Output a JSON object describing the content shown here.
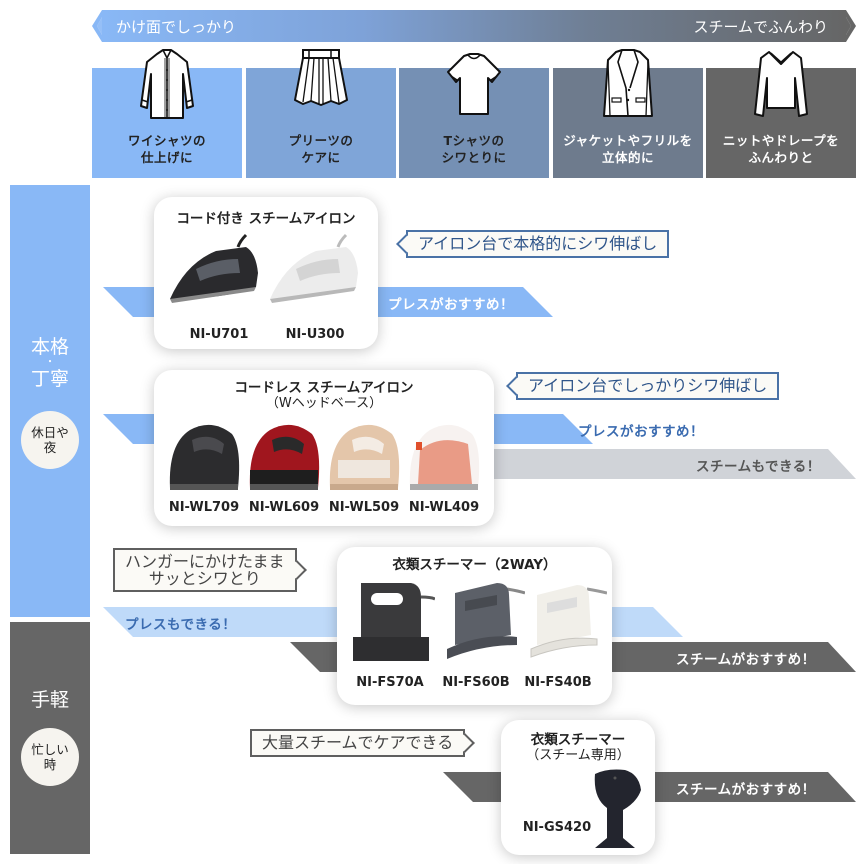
{
  "scale": {
    "left_label": "かけ面でしっかり",
    "right_label": "スチームでふんわり",
    "gradient_start": "#89b8f6",
    "gradient_end": "#666666"
  },
  "categories": [
    {
      "icon": "dress-shirt-icon",
      "line1": "ワイシャツの",
      "line2": "仕上げに",
      "bg": "#89b8f6",
      "fg": "#222222"
    },
    {
      "icon": "pleated-skirt-icon",
      "line1": "プリーツの",
      "line2": "ケアに",
      "bg": "#7fa5d8",
      "fg": "#222222"
    },
    {
      "icon": "t-shirt-icon",
      "line1": "Tシャツの",
      "line2": "シワとりに",
      "bg": "#7590b4",
      "fg": "#222222"
    },
    {
      "icon": "jacket-icon",
      "line1": "ジャケットやフリルを",
      "line2": "立体的に",
      "bg": "#6e7b8d",
      "fg": "#ffffff"
    },
    {
      "icon": "knit-sweater-icon",
      "line1": "ニットやドレープを",
      "line2": "ふんわりと",
      "bg": "#666666",
      "fg": "#ffffff"
    }
  ],
  "sides": [
    {
      "main_line1": "本格",
      "main_dot": "・",
      "main_line2": "丁寧",
      "badge_line1": "休日や",
      "badge_line2": "夜",
      "bg": "#89b8f6"
    },
    {
      "main_line1": "手軽",
      "badge_line1": "忙しい",
      "badge_line2": "時",
      "bg": "#666666"
    }
  ],
  "products": [
    {
      "title": "コード付き スチームアイロン",
      "models": [
        "NI-U701",
        "NI-U300"
      ],
      "callout": "アイロン台で本格的にシワ伸ばし",
      "stripes": [
        {
          "label": "プレスがおすすめ！",
          "color": "#89b8f6"
        }
      ]
    },
    {
      "title": "コードレス スチームアイロン",
      "subtitle": "（Wヘッドベース）",
      "models": [
        "NI-WL709",
        "NI-WL609",
        "NI-WL509",
        "NI-WL409"
      ],
      "callout": "アイロン台でしっかりシワ伸ばし",
      "stripes": [
        {
          "label": "プレスがおすすめ！",
          "color": "#89b8f6"
        },
        {
          "label": "スチームもできる！",
          "color": "#d0d3d8"
        }
      ]
    },
    {
      "title": "衣類スチーマー（2WAY）",
      "models": [
        "NI-FS70A",
        "NI-FS60B",
        "NI-FS40B"
      ],
      "callout_line1": "ハンガーにかけたまま",
      "callout_line2": "サッとシワとり",
      "stripes": [
        {
          "label": "プレスもできる！",
          "color": "#bfdaf9"
        },
        {
          "label": "スチームがおすすめ！",
          "color": "#666666"
        }
      ]
    },
    {
      "title": "衣類スチーマー",
      "subtitle": "（スチーム専用）",
      "models": [
        "NI-GS420"
      ],
      "callout": "大量スチームでケアできる",
      "stripes": [
        {
          "label": "スチームがおすすめ！",
          "color": "#666666"
        }
      ]
    }
  ]
}
